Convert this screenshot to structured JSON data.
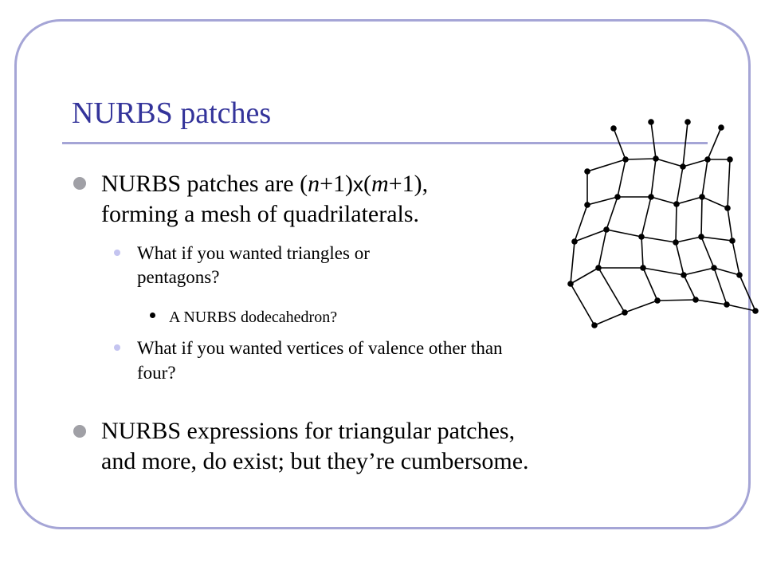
{
  "slide": {
    "title": "NURBS patches",
    "bullet1": {
      "line1_a": "NURBS patches are (",
      "line1_n": "n",
      "line1_b": "+1)",
      "line1_times": "x",
      "line1_c": "(",
      "line1_m": "m",
      "line1_d": "+1),",
      "line2": "forming a mesh of quadrilaterals."
    },
    "sub1": {
      "line1": "What if you wanted triangles or",
      "line2": "pentagons?"
    },
    "subsub1": "A NURBS dodecahedron?",
    "sub2": {
      "line1": "What if you wanted vertices of valence other than",
      "line2": "four?"
    },
    "bullet2": {
      "line1": "NURBS expressions for triangular patches,",
      "line2": "and more, do exist; but they’re cumbersome."
    }
  }
}
